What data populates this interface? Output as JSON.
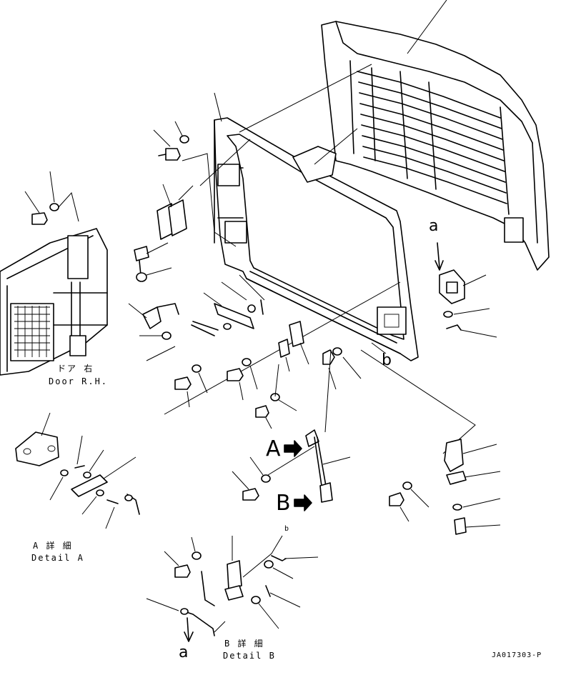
{
  "labels": {
    "door_jp": "ドア 右",
    "door_en": "Door R.H.",
    "detail_a_jp": "A 詳 細",
    "detail_a_en": "Detail A",
    "detail_b_jp": "B 詳 細",
    "detail_b_en": "Detail B",
    "callout_a_top": "a",
    "callout_b_mid": "b",
    "callout_A": "A",
    "callout_B": "B",
    "callout_b_small": "b",
    "callout_a_bottom": "a",
    "drawing_number": "JA017303-P"
  }
}
